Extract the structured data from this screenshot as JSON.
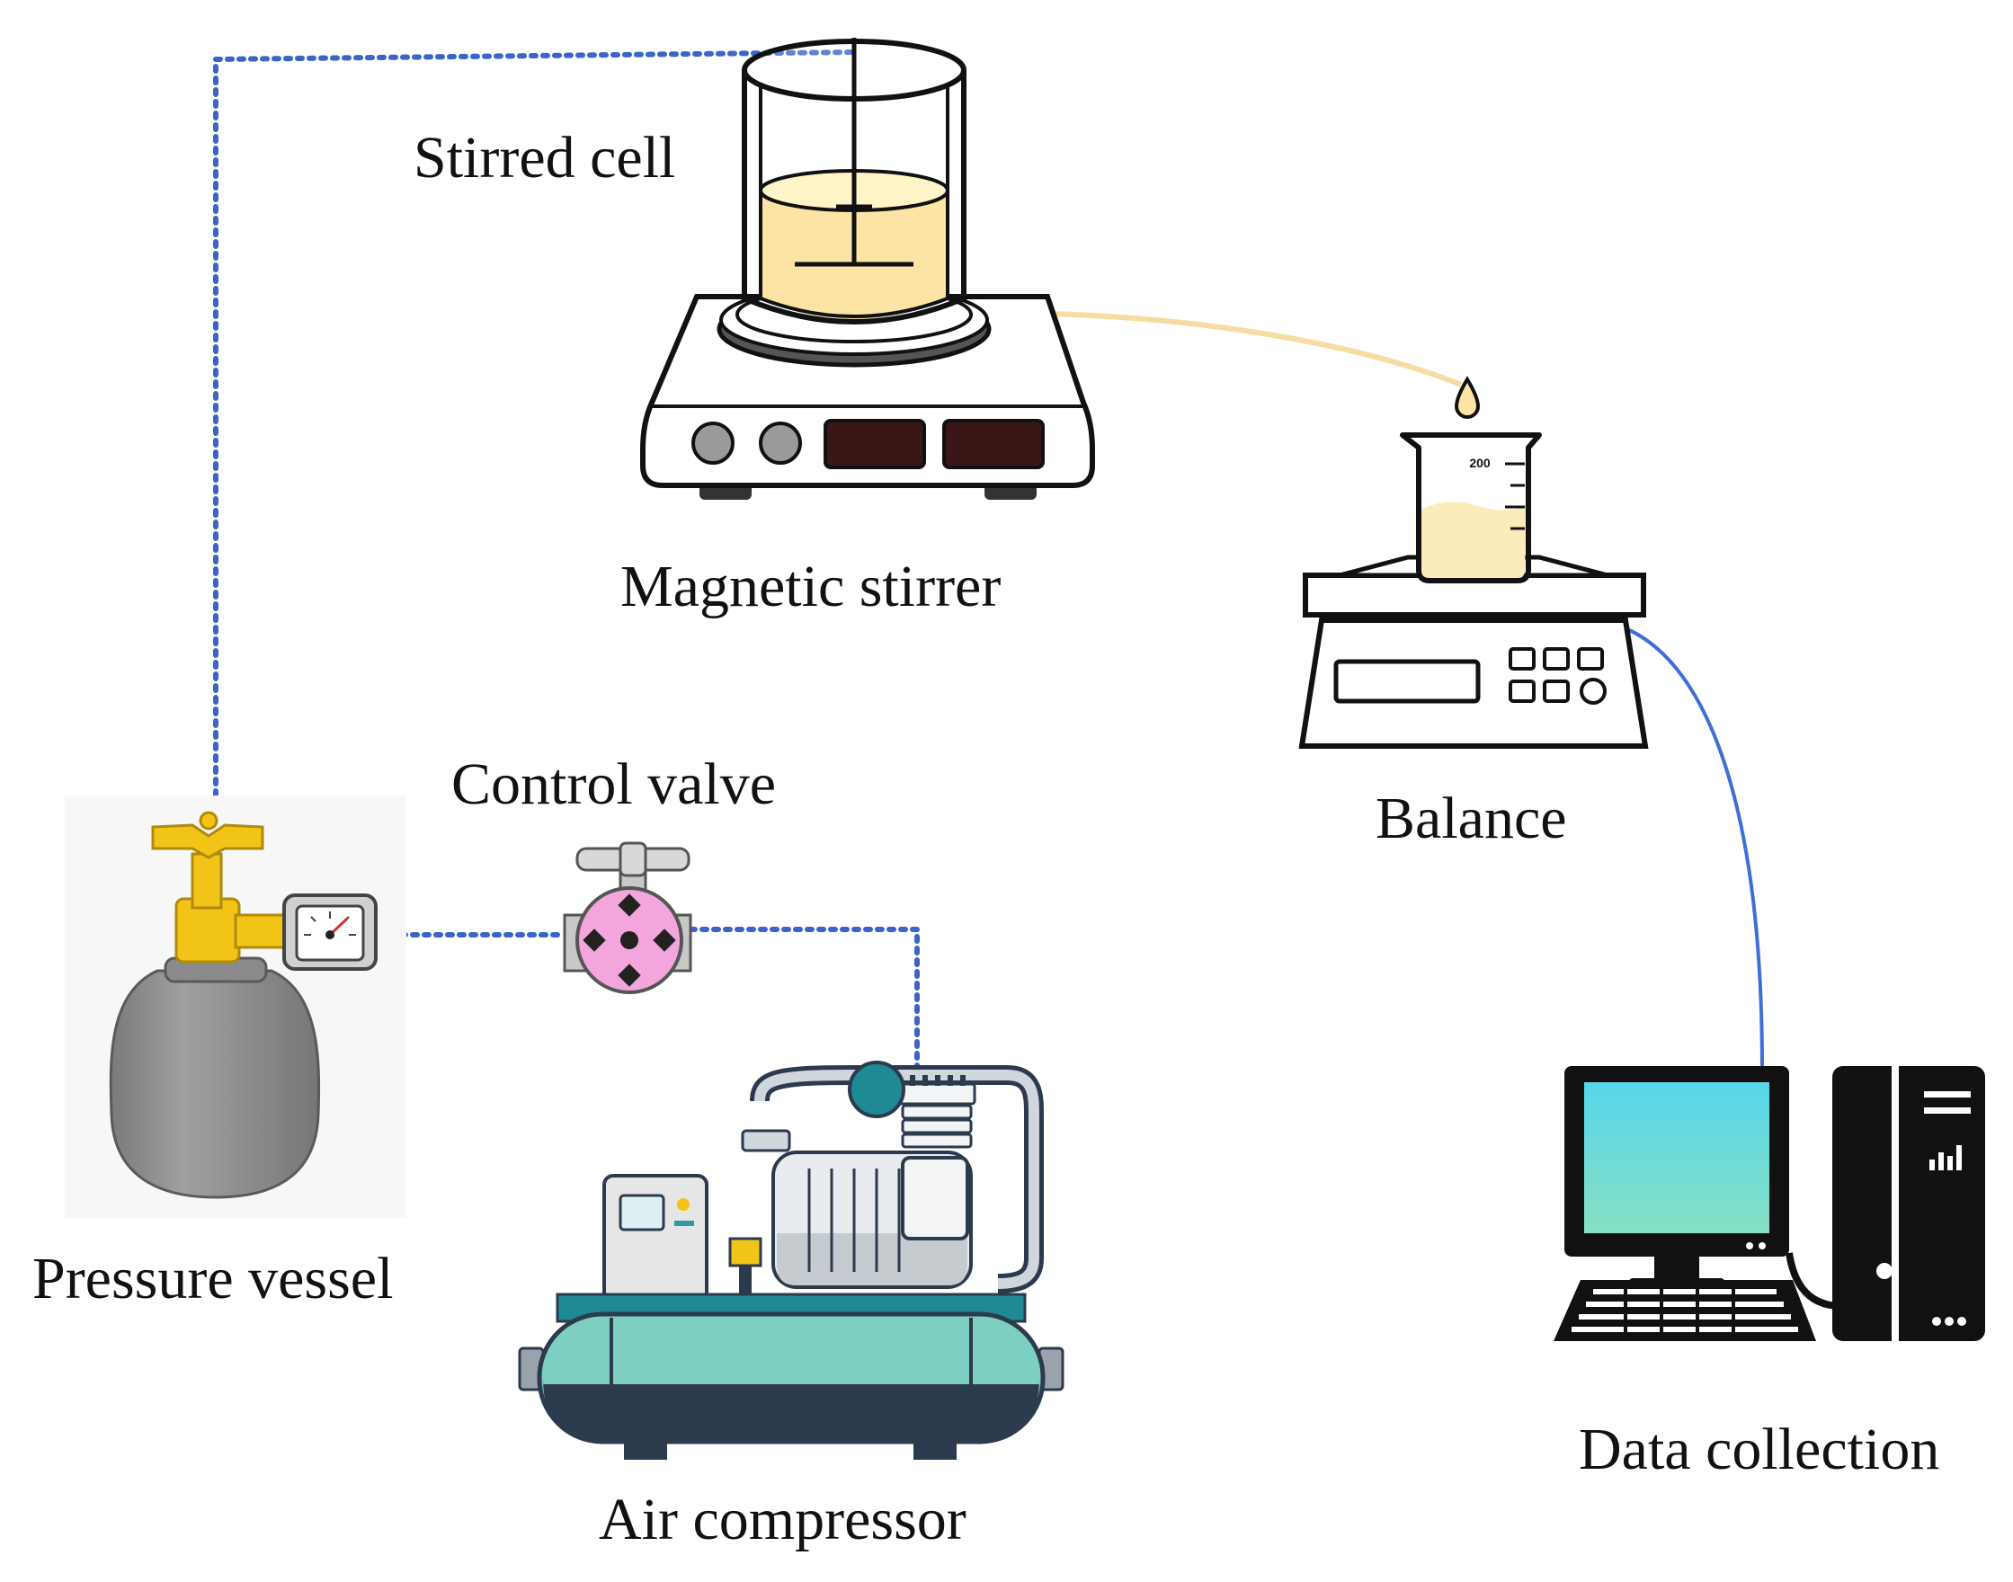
{
  "labels": {
    "stirred_cell": "Stirred cell",
    "magnetic_stirrer": "Magnetic stirrer",
    "balance": "Balance",
    "control_valve": "Control valve",
    "pressure_vessel": "Pressure vessel",
    "air_compressor": "Air compressor",
    "data_collection": "Data collection"
  },
  "beaker_mark": "200",
  "icons": [
    "pressure-vessel-icon",
    "pressure-gauge-icon",
    "control-valve-icon",
    "air-compressor-icon",
    "stirred-cell-icon",
    "magnetic-stirrer-icon",
    "beaker-icon",
    "balance-icon",
    "computer-monitor-icon",
    "keyboard-icon",
    "pc-tower-icon"
  ],
  "colors": {
    "gas_line": "#3a64c8",
    "liquid_line": "#f6dca0",
    "data_cable": "#3d6fd6",
    "liquid": "#fbe4a4",
    "cylinder": "#8e8e8e",
    "valve_yellow": "#f2c418",
    "valve_pink": "#f2a6dc",
    "tank_teal": "#7dcfc2",
    "dark_navy": "#2c3a4e",
    "screen_top": "#58d6ec",
    "screen_bottom": "#86e0c2"
  }
}
